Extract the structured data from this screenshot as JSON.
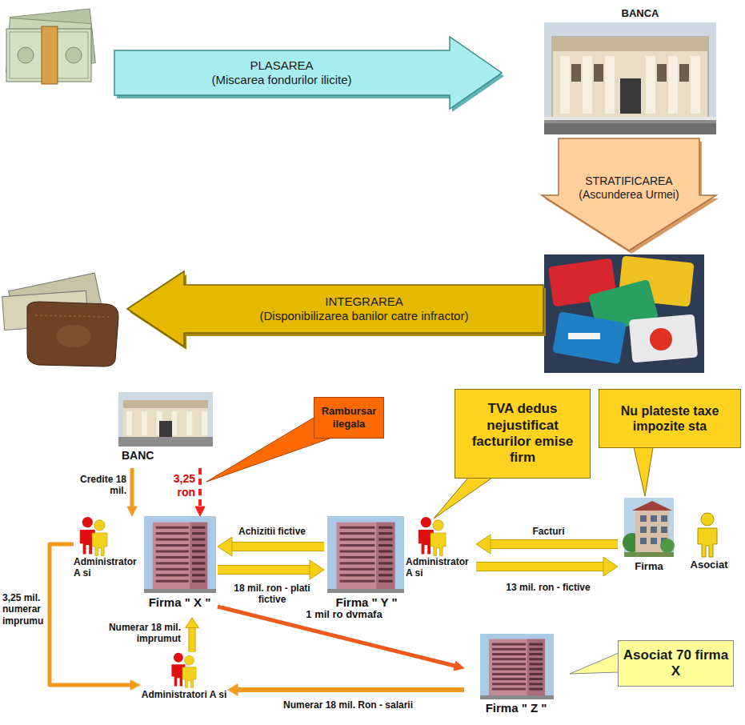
{
  "diagram": {
    "nodes": [
      {
        "text": [
          "PLASAREA",
          "(Miscarea fondurilor ilicite)"
        ]
      },
      {
        "text": [
          "STRATIFICAREA",
          "(Ascunderea Urmei)"
        ]
      },
      {
        "text": [
          "INTEGRAREA",
          "(Disponibilizarea banilor catre infractor)"
        ]
      },
      {
        "text": [
          "Rambursar ilegala"
        ]
      },
      {
        "text": [
          "TVA dedus nejustificat facturilor emise firm"
        ]
      },
      {
        "text": [
          "Nu plateste taxe impozite sta"
        ]
      },
      {
        "text": [
          "BANC"
        ]
      },
      {
        "text": [
          "Administrator A si",
          "Firma \" X \""
        ]
      },
      {
        "text": [
          "Administrator A si",
          "Firma \" Y \""
        ]
      },
      {
        "text": [
          "Firma"
        ]
      },
      {
        "text": [
          "Asociat 70 firma X"
        ]
      },
      {
        "text": [
          "Firma \" Z \""
        ]
      },
      {
        "text": [
          "Administratori A si"
        ]
      }
    ],
    "edges": [
      {
        "from": 6,
        "to": 7,
        "label": "Credite 18 mil.",
        "arrow": "to"
      },
      {
        "from": 6,
        "to": 7,
        "label": "3,25 ron",
        "arrow": "to"
      },
      {
        "from": 8,
        "to": 7,
        "label": "Achizitii fictive",
        "arrow": "to"
      },
      {
        "from": 7,
        "to": 8,
        "label": "18 mil. ron - plati fictive",
        "arrow": "to"
      },
      {
        "from": 9,
        "to": 8,
        "label": "Facturi",
        "arrow": "to"
      },
      {
        "from": 8,
        "to": 9,
        "label": "13 mil. ron - fictive",
        "arrow": "to"
      },
      {
        "from": 7,
        "to": 11,
        "label": "1 mil ro dvmafa",
        "arrow": "to"
      },
      {
        "from": 7,
        "to": 12,
        "label": "3,25 mil. numerar imprumu",
        "arrow": "to"
      },
      {
        "from": 12,
        "to": 7,
        "label": "Numerar 18 mil. imprumut",
        "arrow": "to"
      },
      {
        "from": 11,
        "to": 12,
        "label": "Numerar 18 mil. Ron - salarii",
        "arrow": "to"
      }
    ],
    "labels": [
      "BANCA",
      "Asociat"
    ]
  }
}
